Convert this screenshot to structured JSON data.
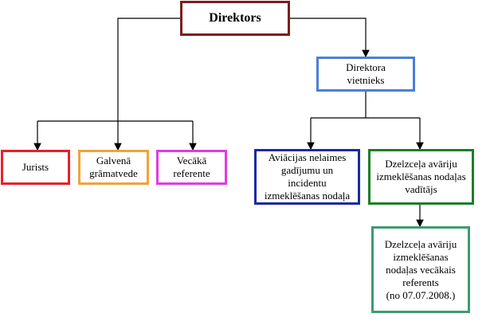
{
  "nodes": {
    "director": "Direktors",
    "deputy": "Direktora\nvietnieks",
    "jurists": "Jurists",
    "accountant": "Galvenā\ngrāmatvede",
    "referente": "Vecākā\nreferente",
    "aviation": "Aviācijas nelaimes\ngadījumu un\nincidentu\nizmeklēšanas nodaļa",
    "rail_head": "Dzelzceļa avāriju\nizmeklēšanas nodaļas\nvadītājs",
    "rail_ref": "Dzelzceļa avāriju\nizmeklēšanas\nnodaļas vecākais\nreferents\n(no 07.07.2008.)"
  },
  "colors": {
    "director": "#7a1f1f",
    "deputy": "#4a7fd8",
    "jurists": "#e8202a",
    "accountant": "#f0a33a",
    "referente": "#e23be0",
    "aviation": "#1b2a9e",
    "rail_head": "#1e7d2a",
    "rail_ref": "#3f9a72"
  }
}
